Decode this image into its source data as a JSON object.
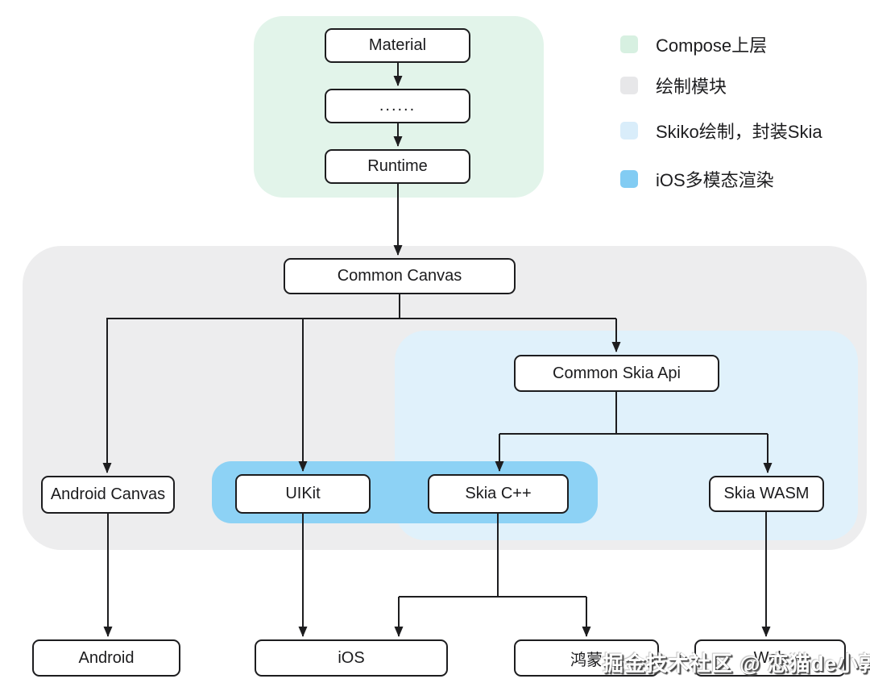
{
  "diagram": {
    "type": "flowchart",
    "description_source": "Compose multiplatform rendering architecture diagram"
  },
  "regions": {
    "compose_upper": {
      "color": "#e2f4ea"
    },
    "drawing_module": {
      "color": "#ededee"
    },
    "skiko": {
      "color": "#e0f1fb"
    },
    "ios_multimodal": {
      "color": "#8dd2f5"
    }
  },
  "legend": {
    "items": [
      {
        "label": "Compose上层",
        "color": "#d7f0e1"
      },
      {
        "label": "绘制模块",
        "color": "#e7e7e9"
      },
      {
        "label": "Skiko绘制，封装Skia",
        "color": "#d9edfa"
      },
      {
        "label": "iOS多模态渲染",
        "color": "#82ccf3"
      }
    ]
  },
  "nodes": {
    "material": "Material",
    "dots": "......",
    "runtime": "Runtime",
    "common_canvas": "Common Canvas",
    "common_skia_api": "Common Skia Api",
    "android_canvas": "Android Canvas",
    "uikit": "UIKit",
    "skia_cpp": "Skia C++",
    "skia_wasm": "Skia WASM",
    "android": "Android",
    "ios": "iOS",
    "harmony": "鸿蒙",
    "web": "Web"
  },
  "edges": [
    {
      "from": "Material",
      "to": "......"
    },
    {
      "from": "......",
      "to": "Runtime"
    },
    {
      "from": "Runtime",
      "to": "Common Canvas"
    },
    {
      "from": "Common Canvas",
      "to": "Android Canvas"
    },
    {
      "from": "Common Canvas",
      "to": "UIKit"
    },
    {
      "from": "Common Canvas",
      "to": "Common Skia Api"
    },
    {
      "from": "Common Skia Api",
      "to": "Skia C++"
    },
    {
      "from": "Common Skia Api",
      "to": "Skia WASM"
    },
    {
      "from": "Android Canvas",
      "to": "Android"
    },
    {
      "from": "UIKit",
      "to": "iOS"
    },
    {
      "from": "Skia C++",
      "to": "iOS"
    },
    {
      "from": "Skia C++",
      "to": "鸿蒙"
    },
    {
      "from": "Skia WASM",
      "to": "Web"
    }
  ],
  "watermark": {
    "text": "掘金技术社区 @ 恋猫de小郭"
  }
}
